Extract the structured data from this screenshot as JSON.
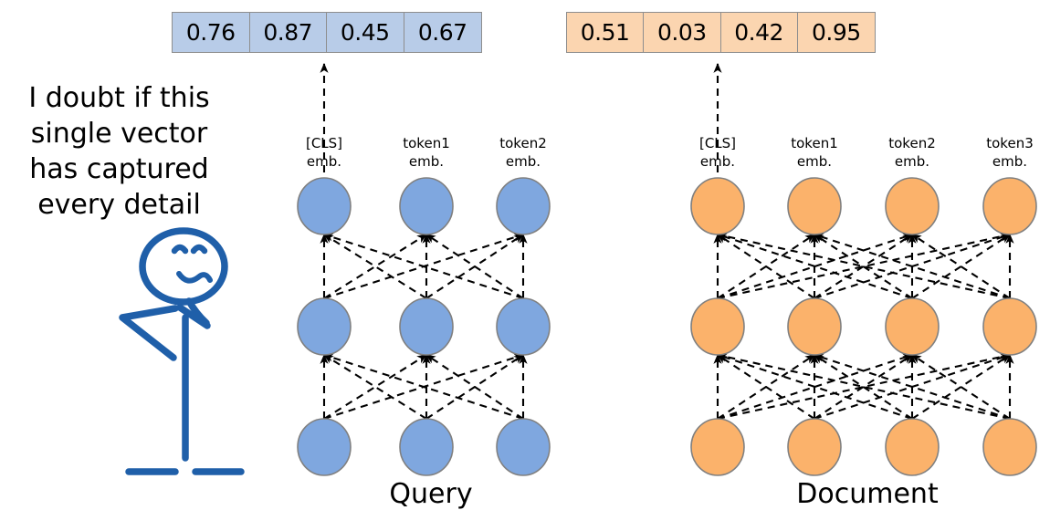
{
  "diagram": {
    "title_query": "Query",
    "title_document": "Document",
    "speech": "I doubt if this\nsingle vector\nhas captured\nevery detail"
  },
  "colors": {
    "query_node_fill": "#7fa7df",
    "query_box_fill": "#b8cce8",
    "doc_node_fill": "#fbb26b",
    "doc_box_fill": "#fbd5b0",
    "node_stroke": "#808080",
    "box_stroke": "#8e8e8e",
    "figure_stroke": "#1f5fa9",
    "edge_stroke": "#000000"
  },
  "query_vector": {
    "label": "query-embedding-vector",
    "values": [
      "0.76",
      "0.87",
      "0.45",
      "0.67"
    ]
  },
  "doc_vector": {
    "label": "document-embedding-vector",
    "values": [
      "0.51",
      "0.03",
      "0.42",
      "0.95"
    ]
  },
  "query_tokens": [
    {
      "name": "[CLS]",
      "sub": "emb.",
      "text": "[CLS]\nemb."
    },
    {
      "name": "token1",
      "sub": "emb.",
      "text": "token1\nemb."
    },
    {
      "name": "token2",
      "sub": "emb.",
      "text": "token2\nemb."
    }
  ],
  "doc_tokens": [
    {
      "name": "[CLS]",
      "sub": "emb.",
      "text": "[CLS]\nemb."
    },
    {
      "name": "token1",
      "sub": "emb.",
      "text": "token1\nemb."
    },
    {
      "name": "token2",
      "sub": "emb.",
      "text": "token2\nemb."
    },
    {
      "name": "token3",
      "sub": "emb.",
      "text": "token3\nemb."
    }
  ],
  "layout": {
    "rows_y": [
      226,
      358,
      490
    ],
    "query_cols_x": [
      355,
      467,
      573
    ],
    "doc_cols_x": [
      786,
      892,
      999,
      1106
    ],
    "node_rx": 29,
    "node_ry": 31
  },
  "figure": {
    "name": "thinking-stick-figure",
    "expression": "frowning"
  }
}
